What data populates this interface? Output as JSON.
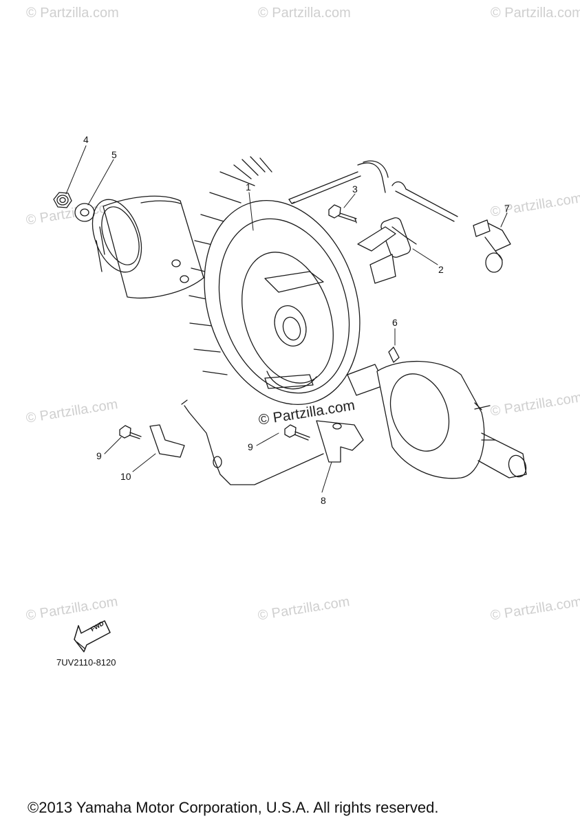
{
  "watermark": "© Partzilla.com",
  "center_watermark": "© Partzilla.com",
  "callouts": [
    "1",
    "2",
    "3",
    "4",
    "5",
    "6",
    "7",
    "8",
    "9",
    "9",
    "10"
  ],
  "fwd_label": "FWD",
  "drawing_code": "7UV2110-8120",
  "copyright": "©2013 Yamaha Motor Corporation, U.S.A. All rights reserved."
}
